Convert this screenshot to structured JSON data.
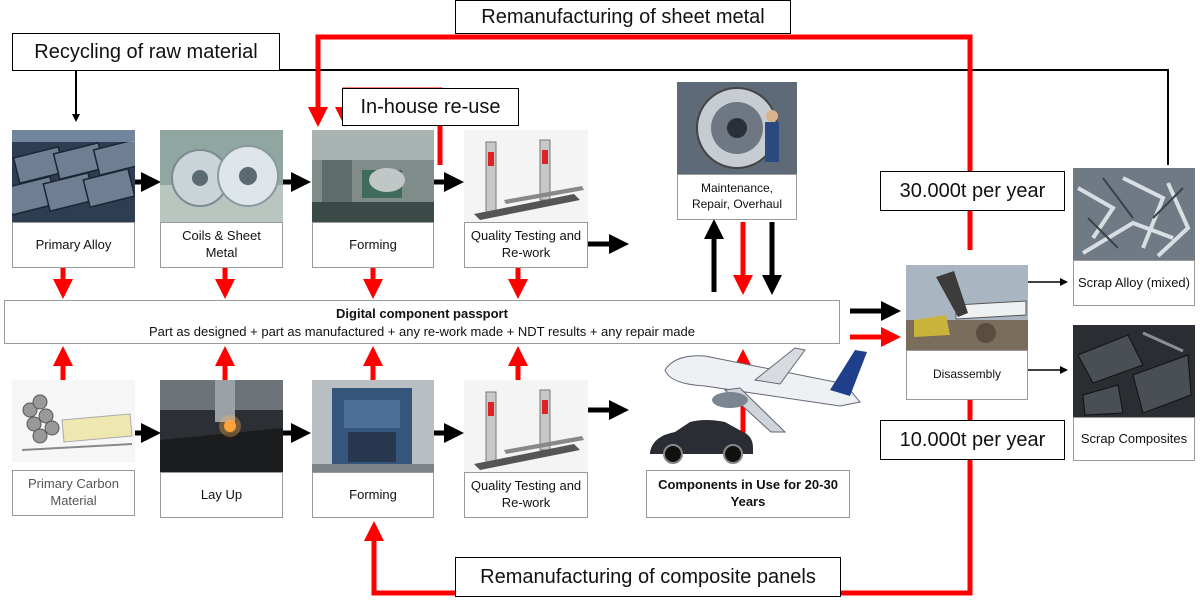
{
  "titles": {
    "remanufacturing_sheet": "Remanufacturing of sheet metal",
    "recycling_raw": "Recycling of raw material",
    "inhouse_reuse": "In-house re-use",
    "per_year_top": "30.000t per year",
    "per_year_bottom": "10.000t per year",
    "remanufacturing_composite": "Remanufacturing of composite panels"
  },
  "metal_chain": {
    "primary_alloy": "Primary Alloy",
    "coils_sheet": "Coils & Sheet Metal",
    "forming": "Forming",
    "quality": "Quality Testing and Re-work"
  },
  "composite_chain": {
    "primary_carbon": "Primary Carbon Material",
    "lay_up": "Lay Up",
    "forming": "Forming",
    "quality": "Quality Testing and Re-work"
  },
  "passport": {
    "title": "Digital component passport",
    "subtitle": "Part as designed + part as manufactured + any re-work made + NDT results + any repair made"
  },
  "maintenance": "Maintenance, Repair, Overhaul",
  "components": "Components in Use for 20-30 Years",
  "disassembly": "Disassembly",
  "scrap_alloy": "Scrap Alloy (mixed)",
  "scrap_composites": "Scrap Composites",
  "colors": {
    "red": "#ff0000",
    "black": "#000000",
    "box_border": "#9a9a9a"
  }
}
